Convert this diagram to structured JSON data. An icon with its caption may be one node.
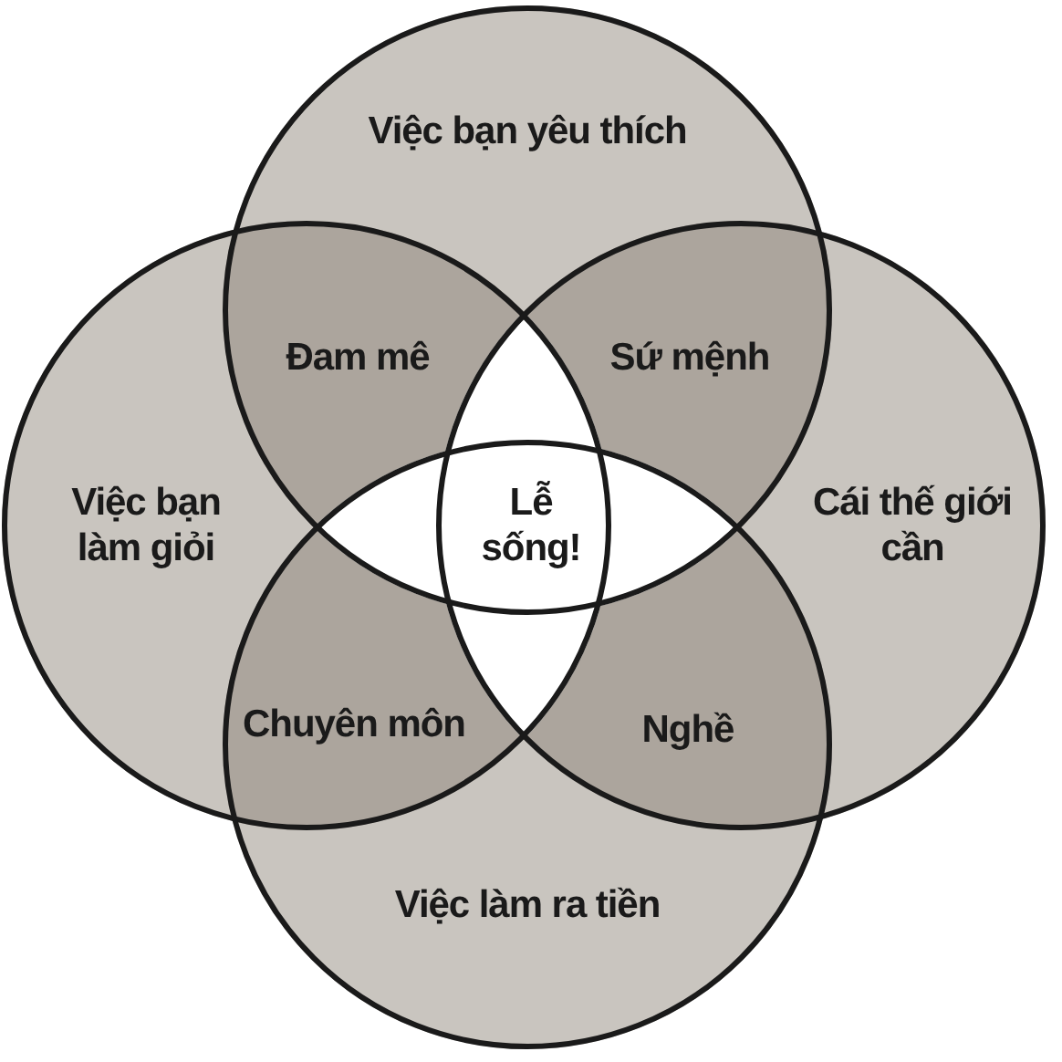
{
  "diagram": {
    "nodes": [
      {
        "text": [
          "Việc bạn yêu thích"
        ]
      },
      {
        "text": [
          "Việc bạn làm giỏi"
        ]
      },
      {
        "text": [
          "Cái thế giới cần"
        ]
      },
      {
        "text": [
          "Việc làm ra tiền"
        ]
      }
    ],
    "labels": [
      "Đam mê",
      "Sứ mệnh",
      "Lễ sống!",
      "Chuyên môn",
      "Nghề"
    ]
  }
}
